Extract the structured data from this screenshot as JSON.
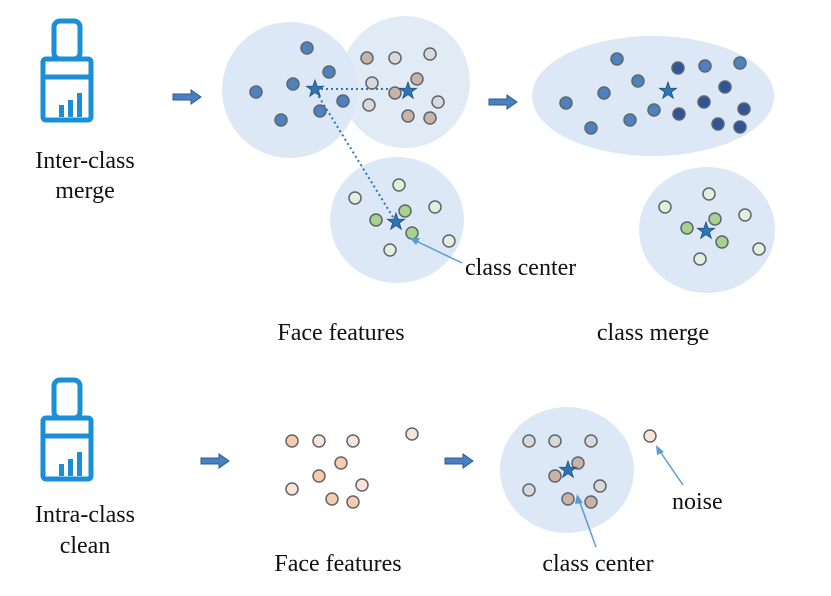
{
  "labels": {
    "inter_class_line1": "Inter-class",
    "inter_class_line2": "merge",
    "intra_class_line1": "Intra-class",
    "intra_class_line2": "clean",
    "face_features_top": "Face features",
    "class_merge": "class merge",
    "class_center_top": "class center",
    "face_features_bottom": "Face features",
    "class_center_bottom": "class center",
    "noise": "noise"
  },
  "icons": {
    "tool": "brush-icon",
    "arrow": "right-arrow-icon",
    "center": "star-icon"
  },
  "colors": {
    "icon_blue": "#1a8fd8",
    "cluster_fill": "#dce8f5",
    "arrow_blue": "#4a7fc0",
    "dot_outline": "#5d6670",
    "blue_dot": "#4f81bd",
    "dark_blue_dot": "#2f5597",
    "gray_dot": "#d9d9d9",
    "tan_dot": "#c8b3a6",
    "light_green_dot": "#e2efda",
    "green_dot": "#a9d18e",
    "peach_dot": "#f8cbad",
    "light_peach_dot": "#fbe5d6",
    "star": "#2e75b6"
  }
}
